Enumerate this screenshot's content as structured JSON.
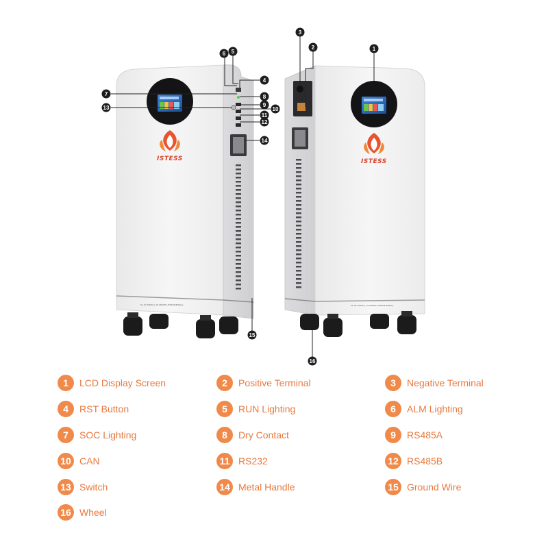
{
  "accent_color": "#f08a4b",
  "text_color": "#e8793f",
  "brand": {
    "logo_text": "ISTESS",
    "model_label": "51.2V 300Ah | 15.36kWh LiFePO4 Battery"
  },
  "callouts": [
    {
      "num": "1"
    },
    {
      "num": "2"
    },
    {
      "num": "3"
    },
    {
      "num": "4"
    },
    {
      "num": "5"
    },
    {
      "num": "6"
    },
    {
      "num": "7"
    },
    {
      "num": "8"
    },
    {
      "num": "9"
    },
    {
      "num": "10"
    },
    {
      "num": "11"
    },
    {
      "num": "12"
    },
    {
      "num": "13"
    },
    {
      "num": "14"
    },
    {
      "num": "15"
    },
    {
      "num": "16"
    }
  ],
  "legend": [
    {
      "num": "1",
      "label": "LCD Display Screen"
    },
    {
      "num": "2",
      "label": "Positive Terminal"
    },
    {
      "num": "3",
      "label": "Negative Terminal"
    },
    {
      "num": "4",
      "label": "RST Button"
    },
    {
      "num": "5",
      "label": "RUN Lighting"
    },
    {
      "num": "6",
      "label": "ALM Lighting"
    },
    {
      "num": "7",
      "label": "SOC Lighting"
    },
    {
      "num": "8",
      "label": "Dry Contact"
    },
    {
      "num": "9",
      "label": "RS485A"
    },
    {
      "num": "10",
      "label": "CAN"
    },
    {
      "num": "11",
      "label": "RS232"
    },
    {
      "num": "12",
      "label": "RS485B"
    },
    {
      "num": "13",
      "label": "Switch"
    },
    {
      "num": "14",
      "label": "Metal Handle"
    },
    {
      "num": "15",
      "label": "Ground Wire"
    },
    {
      "num": "16",
      "label": "Wheel"
    }
  ]
}
